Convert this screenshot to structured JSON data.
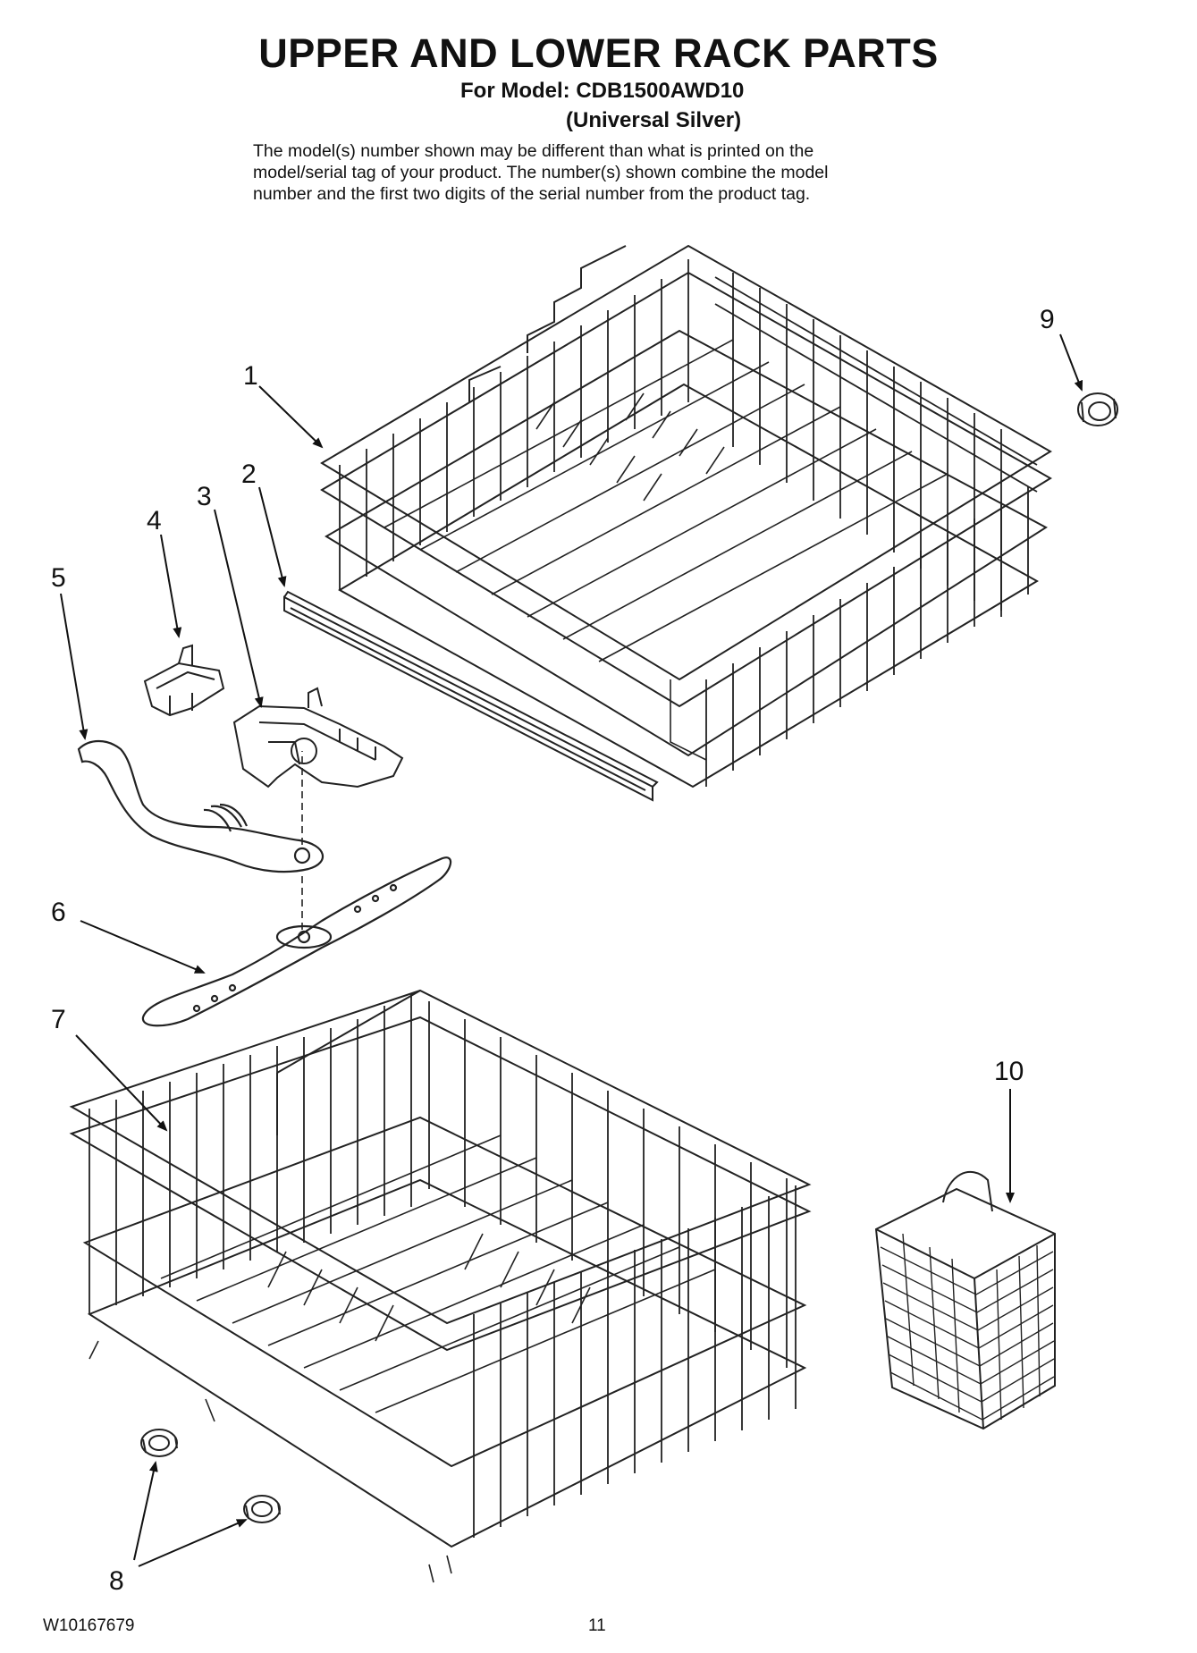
{
  "header": {
    "title": "UPPER AND LOWER RACK PARTS",
    "model_line": "For Model: CDB1500AWD10",
    "variant_line": "(Universal Silver)",
    "note_lines": [
      "The model(s) number shown may be different than what is printed on the",
      "model/serial tag of your product. The number(s) shown combine the model",
      "number and the first two digits of the serial number from the product tag."
    ]
  },
  "callouts": {
    "c1": "1",
    "c2": "2",
    "c3": "3",
    "c4": "4",
    "c5": "5",
    "c6": "6",
    "c7": "7",
    "c8": "8",
    "c9": "9",
    "c10": "10"
  },
  "footer": {
    "doc_id": "W10167679",
    "page": "11"
  }
}
